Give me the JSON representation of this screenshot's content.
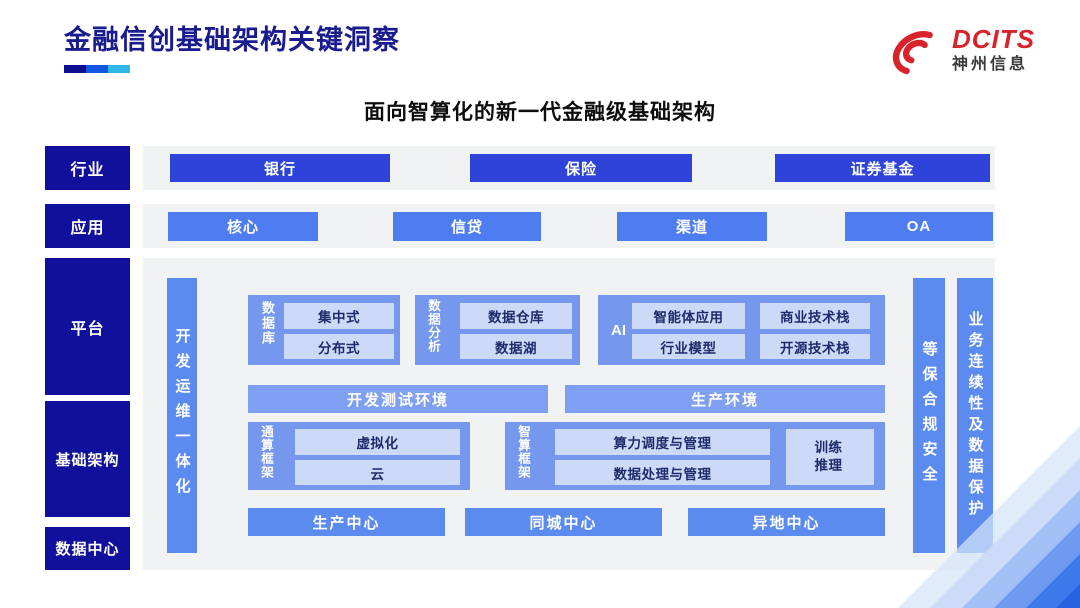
{
  "colors": {
    "title_navy": "#1a1b8f",
    "brand_red": "#d8232a",
    "label_navy": "#10109d",
    "industry_blue": "#2e43da",
    "app_blue": "#4d7df0",
    "bar_blue": "#5c8bf0",
    "group_blue": "#7598ee",
    "chip_light_blue": "#ccd9f7"
  },
  "header": {
    "title": "金融信创基础架构关键洞察",
    "logo_brand": "DCITS",
    "logo_company": "神州信息"
  },
  "subtitle": "面向智算化的新一代金融级基础架构",
  "left_labels": {
    "industry": "行业",
    "application": "应用",
    "platform": "平台",
    "infrastructure": "基础架构",
    "datacenter": "数据中心"
  },
  "industry_row": {
    "items": [
      "银行",
      "保险",
      "证券基金"
    ]
  },
  "application_row": {
    "items": [
      "核心",
      "信贷",
      "渠道",
      "OA"
    ]
  },
  "panel": {
    "devops_bar": "开发运维一体化",
    "database": {
      "label": "数据库",
      "items": [
        "集中式",
        "分布式"
      ]
    },
    "analytics": {
      "label": "数据分析",
      "items": [
        "数据仓库",
        "数据湖"
      ]
    },
    "ai": {
      "label": "AI",
      "items": [
        "智能体应用",
        "行业模型",
        "商业技术栈",
        "开源技术栈"
      ]
    },
    "environments": [
      "开发测试环境",
      "生产环境"
    ],
    "general_compute": {
      "label": "通算框架",
      "items": [
        "虚拟化",
        "云"
      ]
    },
    "intelligent_compute": {
      "label": "智算框架",
      "items": [
        "算力调度与管理",
        "数据处理与管理"
      ],
      "side_box": "训练推理"
    },
    "centers": [
      "生产中心",
      "同城中心",
      "异地中心"
    ],
    "security_bar": "等保合规安全",
    "continuity_bar": "业务连续性及数据保护"
  }
}
